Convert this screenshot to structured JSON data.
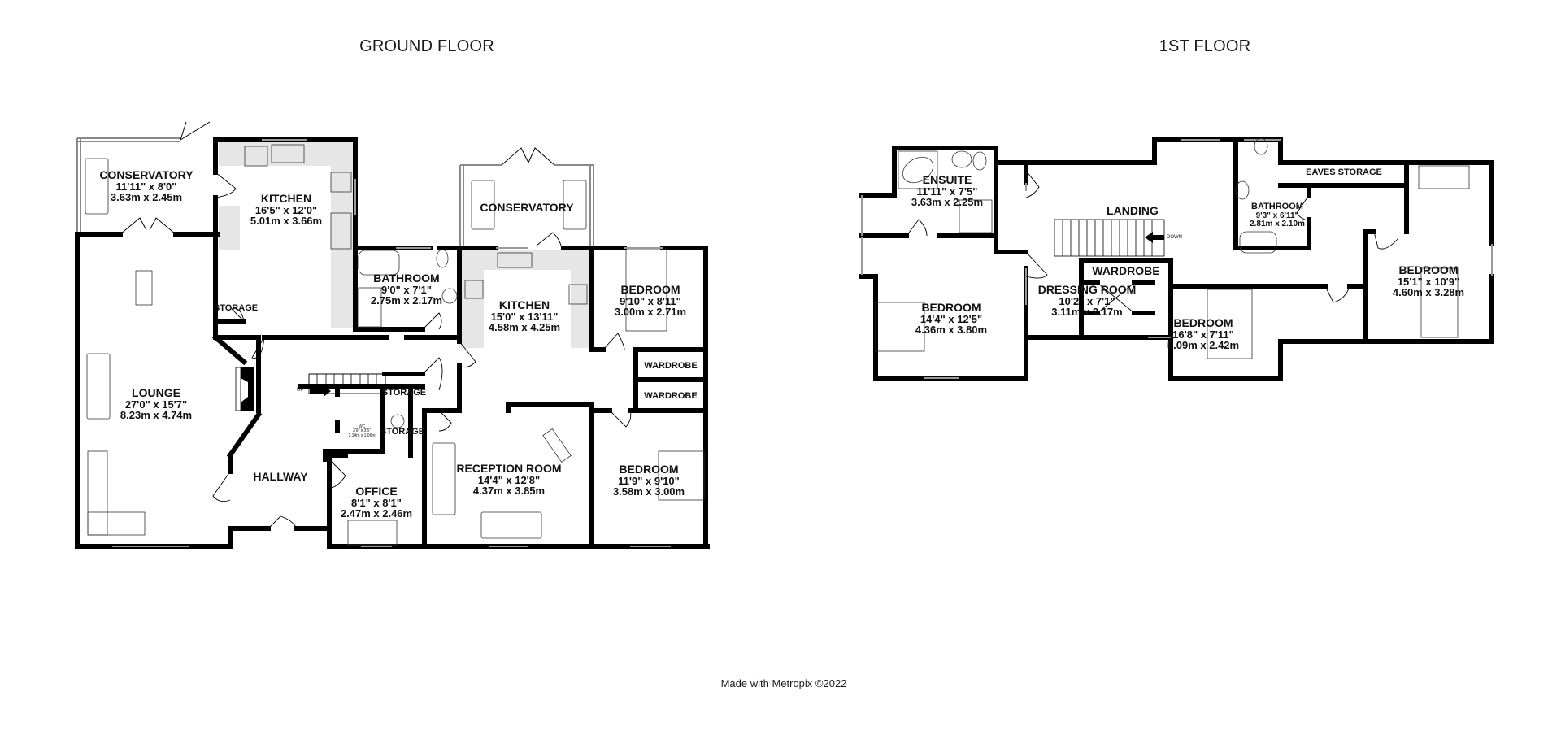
{
  "floors": [
    {
      "title": "GROUND FLOOR",
      "rooms": [
        {
          "name": "CONSERVATORY",
          "imperial": "11'11\"  x 8'0\"",
          "metric": "3.63m  x 2.45m"
        },
        {
          "name": "KITCHEN",
          "imperial": "16'5\"  x 12'0\"",
          "metric": "5.01m  x 3.66m"
        },
        {
          "name": "BATHROOM",
          "imperial": "9'0\"  x 7'1\"",
          "metric": "2.75m  x 2.17m"
        },
        {
          "name": "CONSERVATORY",
          "imperial": "",
          "metric": ""
        },
        {
          "name": "KITCHEN",
          "imperial": "15'0\"  x 13'11\"",
          "metric": "4.58m  x 4.25m"
        },
        {
          "name": "BEDROOM",
          "imperial": "9'10\"  x 8'11\"",
          "metric": "3.00m  x 2.71m"
        },
        {
          "name": "LOUNGE",
          "imperial": "27'0\"  x 15'7\"",
          "metric": "8.23m  x 4.74m"
        },
        {
          "name": "HALLWAY",
          "imperial": "",
          "metric": ""
        },
        {
          "name": "OFFICE",
          "imperial": "8'1\"  x 8'1\"",
          "metric": "2.47m  x 2.46m"
        },
        {
          "name": "RECEPTION ROOM",
          "imperial": "14'4\"  x 12'8\"",
          "metric": "4.37m  x 3.85m"
        },
        {
          "name": "BEDROOM",
          "imperial": "11'9\"  x 9'10\"",
          "metric": "3.58m  x 3.00m"
        },
        {
          "name": "STORAGE",
          "imperial": "",
          "metric": ""
        },
        {
          "name": "STORAGE",
          "imperial": "",
          "metric": ""
        },
        {
          "name": "STORAGE",
          "imperial": "",
          "metric": ""
        },
        {
          "name": "WARDROBE",
          "imperial": "",
          "metric": ""
        },
        {
          "name": "WARDROBE",
          "imperial": "",
          "metric": ""
        },
        {
          "name": "WC",
          "imperial": "3'9\"  x 3'6\"",
          "metric": "1.14m  x 1.06m"
        }
      ],
      "stair_label": "UP"
    },
    {
      "title": "1ST FLOOR",
      "rooms": [
        {
          "name": "ENSUITE",
          "imperial": "11'11\"  x 7'5\"",
          "metric": "3.63m  x 2.25m"
        },
        {
          "name": "LANDING",
          "imperial": "",
          "metric": ""
        },
        {
          "name": "BATHROOM",
          "imperial": "9'3\"  x 6'11\"",
          "metric": "2.81m  x 2.10m"
        },
        {
          "name": "EAVES STORAGE",
          "imperial": "",
          "metric": ""
        },
        {
          "name": "BEDROOM",
          "imperial": "14'4\"  x 12'5\"",
          "metric": "4.36m  x 3.80m"
        },
        {
          "name": "WARDROBE",
          "imperial": "",
          "metric": ""
        },
        {
          "name": "DRESSING ROOM",
          "imperial": "10'2\"  x 7'1\"",
          "metric": "3.11m  x 2.17m"
        },
        {
          "name": "BEDROOM",
          "imperial": "16'8\"  x 7'11\"",
          "metric": "5.09m  x 2.42m"
        },
        {
          "name": "BEDROOM",
          "imperial": "15'1\"  x 10'9\"",
          "metric": "4.60m  x 3.28m"
        }
      ],
      "stair_label": "DOWN"
    }
  ],
  "footer": "Made with Metropix ©2022",
  "colors": {
    "wall": "#000000",
    "fitted_units": "#e6e6e6",
    "window": "#9a9a9a"
  }
}
